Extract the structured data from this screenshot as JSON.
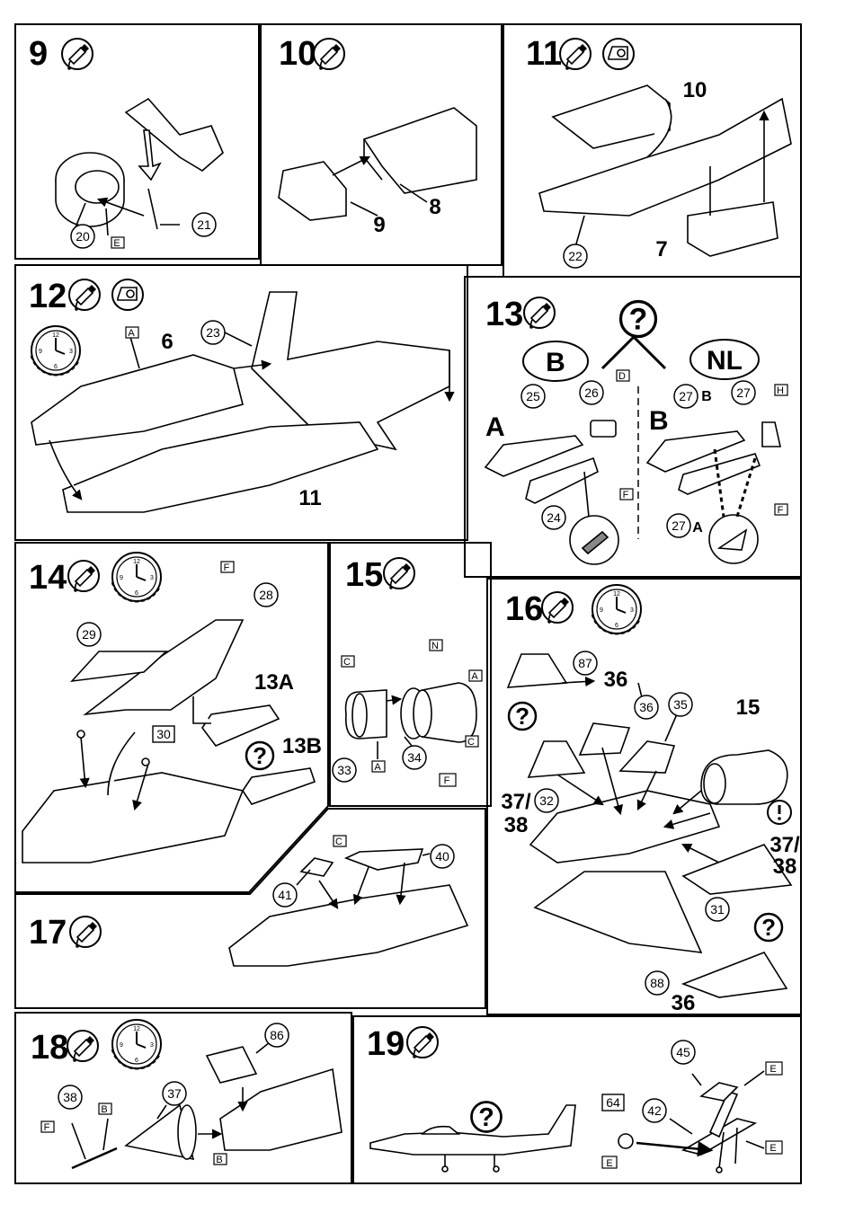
{
  "steps": {
    "s9": {
      "number": "9",
      "parts": [
        "20",
        "21"
      ],
      "tag": "E"
    },
    "s10": {
      "number": "10",
      "parts": [
        "9",
        "8"
      ]
    },
    "s11": {
      "number": "11",
      "parts": [
        "10",
        "22",
        "7"
      ]
    },
    "s12": {
      "number": "12",
      "parts": [
        "23",
        "6",
        "11"
      ],
      "tag": "A"
    },
    "s13": {
      "number": "13",
      "variant_a": "A",
      "variant_b": "B",
      "country_b": "B",
      "country_nl": "NL",
      "parts": [
        "25",
        "26",
        "24",
        "27",
        "27",
        "27"
      ],
      "suffix_b": "B",
      "suffix_a": "A",
      "tags": [
        "D",
        "F",
        "H",
        "F"
      ]
    },
    "s14": {
      "number": "14",
      "parts": [
        "28",
        "29",
        "30"
      ],
      "sub_a": "13A",
      "sub_b": "13B",
      "tag": "F"
    },
    "s15": {
      "number": "15",
      "parts": [
        "33",
        "34"
      ],
      "tags": [
        "C",
        "N",
        "A",
        "C",
        "A",
        "F"
      ]
    },
    "s16": {
      "number": "16",
      "parts": [
        "87",
        "36",
        "35",
        "32",
        "31",
        "88"
      ],
      "big": [
        "36",
        "15",
        "37/",
        "38",
        "37/",
        "38",
        "36"
      ]
    },
    "s17": {
      "number": "17",
      "parts": [
        "41",
        "40"
      ],
      "tag": "C"
    },
    "s18": {
      "number": "18",
      "parts": [
        "86",
        "37",
        "38"
      ],
      "tags": [
        "F",
        "B",
        "B"
      ]
    },
    "s19": {
      "number": "19",
      "parts": [
        "45",
        "42",
        "64"
      ],
      "tags": [
        "E",
        "E",
        "E"
      ]
    }
  },
  "icons": [
    "glue-icon",
    "paint-icon",
    "clock-icon",
    "question-icon",
    "caution-icon"
  ],
  "colors": {
    "ink": "#000000",
    "paper": "#ffffff"
  }
}
